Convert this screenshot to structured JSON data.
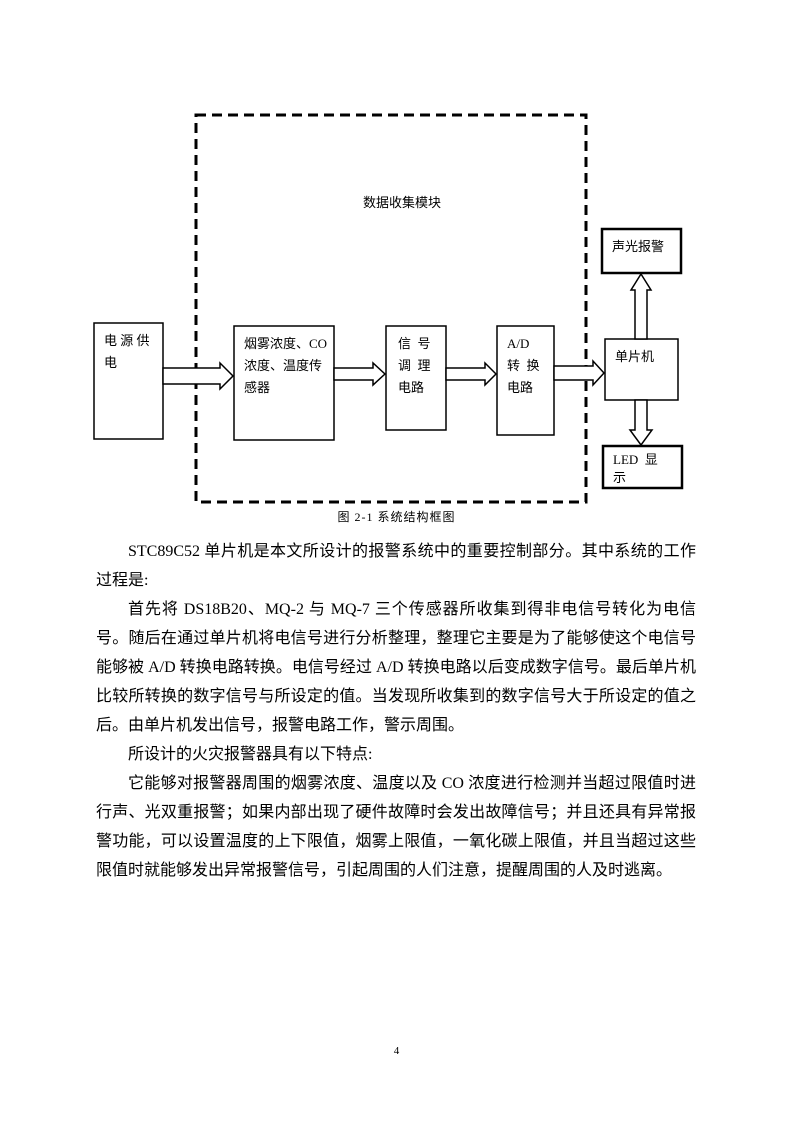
{
  "diagram": {
    "module_label": "数据收集模块",
    "power_lines": [
      "电 源 供",
      "电"
    ],
    "sensor_lines": [
      "烟雾浓度、CO",
      "浓度、温度传",
      "感器"
    ],
    "signal_lines": [
      "信  号",
      "调  理",
      "电路"
    ],
    "ad_lines": [
      "A/D",
      "转  换",
      "电路"
    ],
    "mcu_label": "单片机",
    "alarm_label": "声光报警",
    "led_lines": [
      "LED  显",
      "示"
    ],
    "caption": "图 2-1 系统结构框图"
  },
  "paragraphs": [
    "STC89C52 单片机是本文所设计的报警系统中的重要控制部分。其中系统的工作过程是:",
    "首先将 DS18B20、MQ-2 与 MQ-7 三个传感器所收集到得非电信号转化为电信号。随后在通过单片机将电信号进行分析整理，整理它主要是为了能够使这个电信号能够被 A/D 转换电路转换。电信号经过 A/D 转换电路以后变成数字信号。最后单片机比较所转换的数字信号与所设定的值。当发现所收集到的数字信号大于所设定的值之后。由单片机发出信号，报警电路工作，警示周围。",
    "所设计的火灾报警器具有以下特点:",
    "它能够对报警器周围的烟雾浓度、温度以及 CO 浓度进行检测并当超过限值时进行声、光双重报警；如果内部出现了硬件故障时会发出故障信号；并且还具有异常报警功能，可以设置温度的上下限值，烟雾上限值，一氧化碳上限值，并且当超过这些限值时就能够发出异常报警信号，引起周围的人们注意，提醒周围的人及时逃离。"
  ],
  "page_number": "4"
}
